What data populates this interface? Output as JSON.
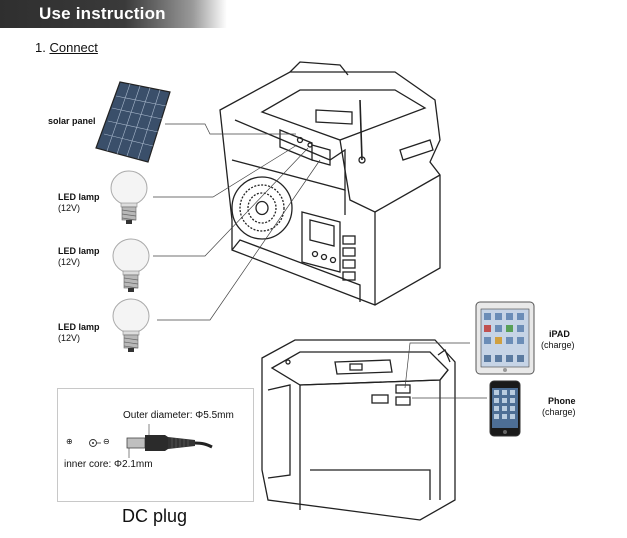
{
  "header": {
    "title": "Use instruction"
  },
  "section": {
    "number": "1.",
    "title": "Connect"
  },
  "labels": {
    "solar_panel": "solar panel",
    "led_lamp": "LED lamp",
    "led_voltage": "(12V)",
    "ipad": "iPAD",
    "ipad_sub": "(charge)",
    "phone": "Phone",
    "phone_sub": "(charge)",
    "outer_diameter": "Outer diameter: Φ5.5mm",
    "inner_core": "inner core: Φ2.1mm",
    "dc_plug": "DC plug",
    "polarity_plus": "⊕",
    "polarity_minus": "⊖"
  }
}
